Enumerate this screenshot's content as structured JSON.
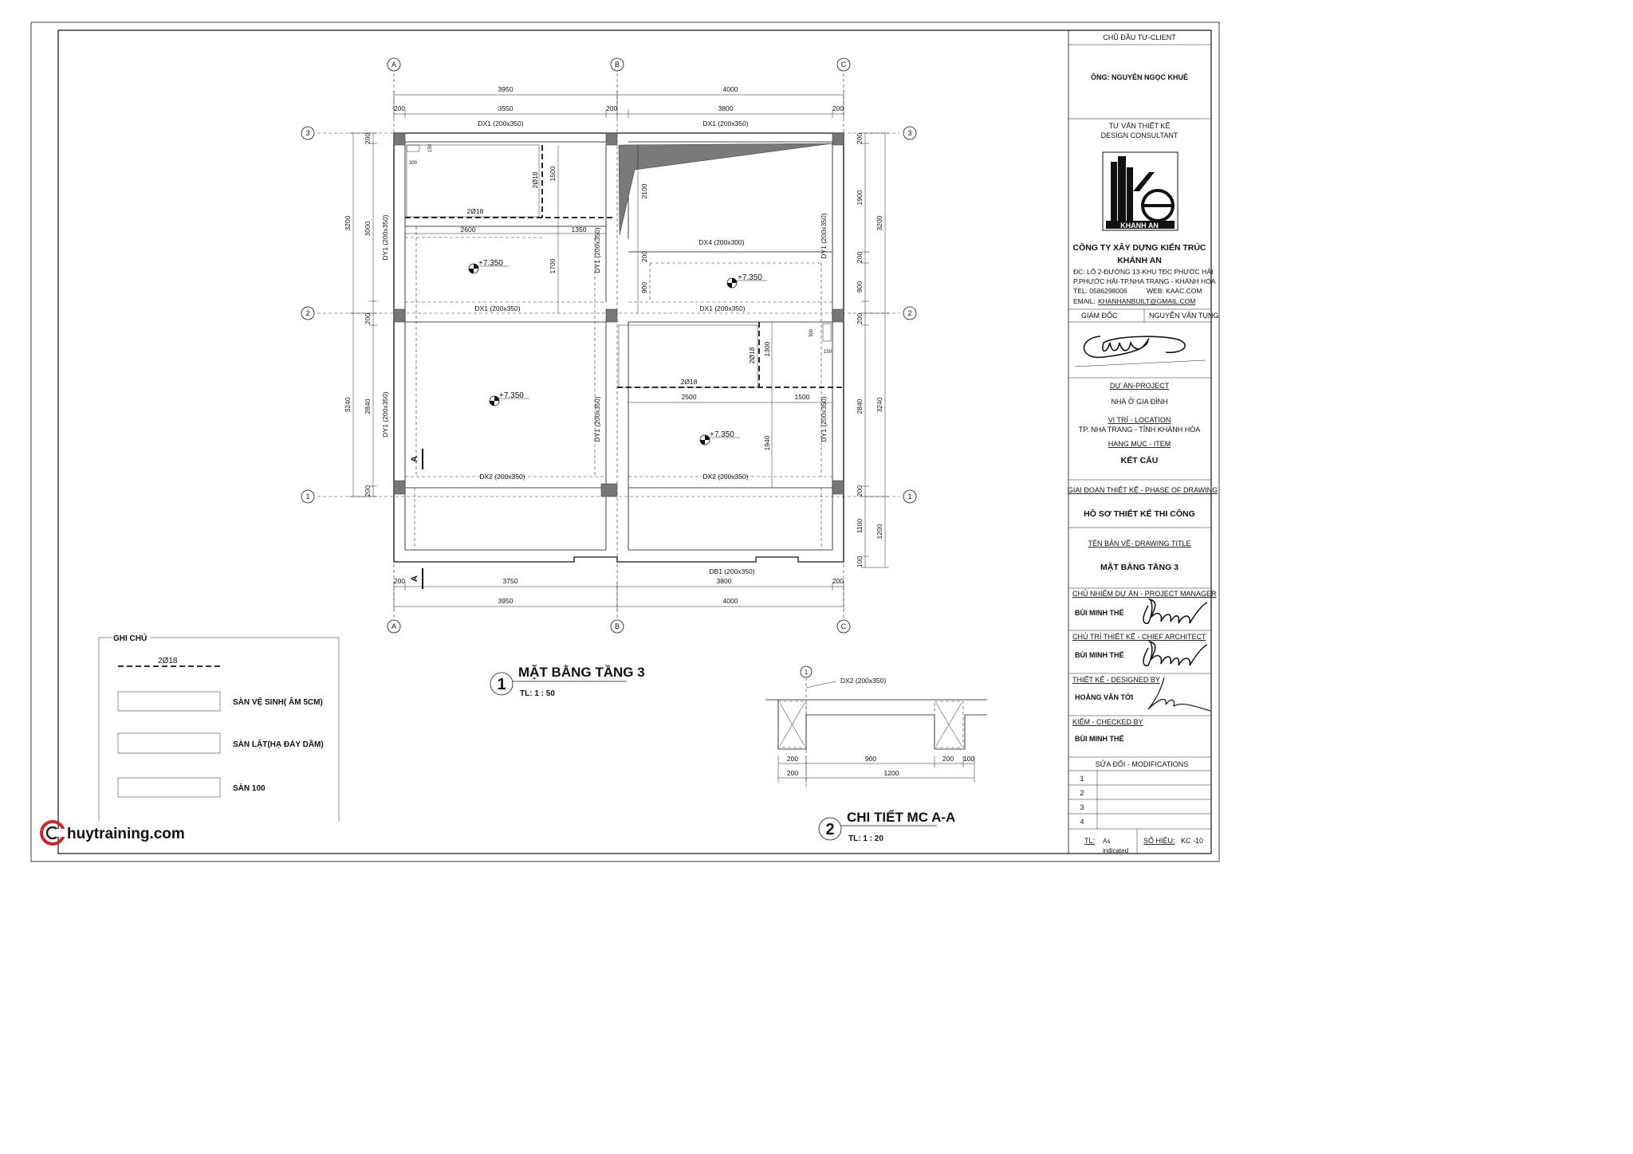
{
  "grid": {
    "cols": [
      "A",
      "B",
      "C"
    ],
    "rows": [
      "3",
      "2",
      "1"
    ]
  },
  "dims": {
    "top_total": [
      "3950",
      "4000"
    ],
    "top_detail": [
      "200",
      "3550",
      "200",
      "3800",
      "200"
    ],
    "bottom_detail": [
      "200",
      "3750",
      "3800",
      "200"
    ],
    "bottom_total": [
      "3950",
      "4000"
    ],
    "left_outer": [
      "3200",
      "3240"
    ],
    "left_inner": [
      "200",
      "3000",
      "200",
      "2840",
      "200"
    ],
    "right_outer": [
      "3200",
      "3240",
      "1200"
    ],
    "right_inner": [
      "200",
      "1900",
      "200",
      "900",
      "200",
      "2840",
      "200",
      "1100",
      "100"
    ],
    "interior": [
      "2600",
      "1350",
      "1500",
      "1700",
      "2100",
      "200",
      "900",
      "1300",
      "2500",
      "1500",
      "1940",
      "150",
      "300",
      "300",
      "150"
    ]
  },
  "beams": {
    "dx1_top_left": "DX1 (200x350)",
    "dx1_top_right": "DX1 (200x350)",
    "dx1_mid_left": "DX1 (200x350)",
    "dx1_mid_right": "DX1 (200x350)",
    "dx2_left": "DX2 (200x350)",
    "dx2_right": "DX2 (200x350)",
    "dx4": "DX4 (200x300)",
    "db1": "DB1 (200x350)",
    "dy1": "DY1 (200x350)"
  },
  "rebar": "2Ø18",
  "level": "+7.350",
  "section_mark": "A",
  "plan_title": {
    "num": "1",
    "title": "MẶT BẰNG TẦNG 3",
    "scale": "TL:   1 : 50"
  },
  "detail_title": {
    "num": "2",
    "title": "CHI TIẾT MC A-A",
    "scale": "TL:   1 : 20"
  },
  "detail": {
    "beam": "DX2 (200x350)",
    "grid": "1",
    "dims_top": [
      "200",
      "900",
      "200",
      "100"
    ],
    "dims_bottom": [
      "200",
      "1200"
    ]
  },
  "legend": {
    "title": "GHI CHÚ",
    "rebar": "2Ø18",
    "items": [
      "SÀN VỆ SINH( ÂM 5CM)",
      "SÀN LẬT(HẠ ĐÁY DẦM)",
      "SÀN 100"
    ]
  },
  "watermark": "huytraining.com",
  "title_block": {
    "client_label": "CHỦ ĐẦU TƯ-CLIENT",
    "client_name": "ÔNG: NGUYỄN NGỌC KHUÊ",
    "consultant_vn": "TƯ VẤN THIẾT KẾ",
    "consultant_en": "DESIGN CONSULTANT",
    "logo_text": "KHANH AN",
    "company_line1": "CÔNG TY XÂY DỰNG KIẾN TRÚC",
    "company_line2": "KHÁNH AN",
    "address1": "ĐC: LÔ 2-ĐƯỜNG 13-KHU TĐC PHƯỚC HẢI",
    "address2": "P.PHƯỚC HẢI-TP.NHA TRANG - KHÁNH HÒA",
    "tel": "TEL: 0586298006",
    "web": "WEB: KAAC.COM",
    "email_label": "EMAIL:",
    "email": "KHANHANBUILT@GMAIL.COM",
    "director_label": "GIÁM ĐỐC",
    "director_name": "NGUYỄN VĂN TỤNG",
    "project_label": "DỰ ÁN-PROJECT",
    "project": "NHÀ Ở GIA ĐÌNH",
    "location_label": "VỊ TRÍ - LOCATION",
    "location": "TP. NHA TRANG - TỈNH KHÁNH HÒA",
    "item_label": "HẠNG MỤC - ITEM",
    "item": "KẾT CẤU",
    "phase_label": "GIAI ĐOẠN THIẾT KẾ - PHASE OF DRAWING",
    "phase": "HỒ SƠ THIẾT KẾ THI CÔNG",
    "drawing_label": "TÊN BẢN VẼ- DRAWING TITLE",
    "drawing": "MẶT BẰNG TẦNG 3",
    "pm_label": "CHỦ NHIỆM DỰ ÁN - PROJECT MANAGER",
    "pm": "BÙI MINH THẾ",
    "ca_label": "CHỦ TRÌ THIẾT KẾ - CHIEF ARCHITECT",
    "ca": "BÙI MINH THẾ",
    "designer_label": "THIẾT KẾ -  DESIGNED BY",
    "designer": "HOÀNG VĂN TỚI",
    "checker_label": "KIỂM - CHECKED BY",
    "checker": "BÙI MINH THẾ",
    "mods_label": "SỬA ĐỔI - MODIFICATIONS",
    "mods": [
      "1",
      "2",
      "3",
      "4"
    ],
    "scale_label": "TL:",
    "scale_value_1": "As",
    "scale_value_2": "indicated",
    "sheet_label": "SỐ HIỆU:",
    "sheet_no": "KC -10"
  }
}
